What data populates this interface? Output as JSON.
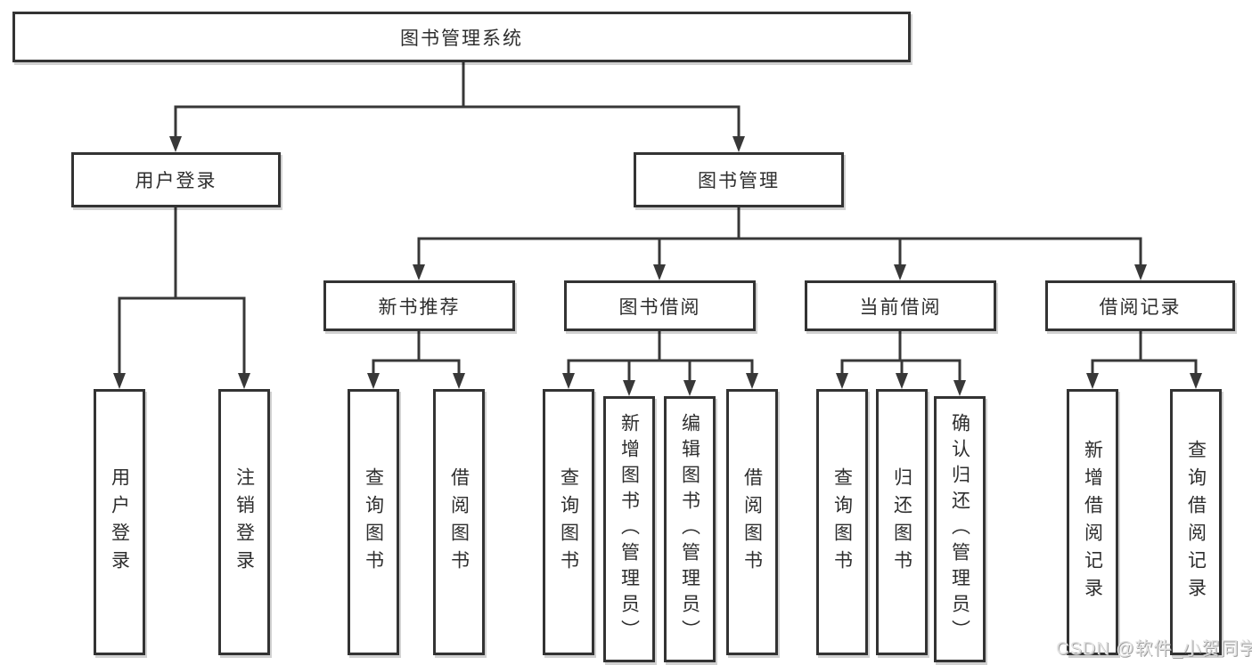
{
  "diagram": {
    "type": "org-tree",
    "root": {
      "label": "图书管理系统"
    },
    "children": [
      {
        "label": "用户登录",
        "children": [
          {
            "label": "用户登录"
          },
          {
            "label": "注销登录"
          }
        ]
      },
      {
        "label": "图书管理",
        "children": [
          {
            "label": "新书推荐",
            "children": [
              {
                "label": "查询图书"
              },
              {
                "label": "借阅图书"
              }
            ]
          },
          {
            "label": "图书借阅",
            "children": [
              {
                "label": "查询图书"
              },
              {
                "label": "新增图书（管理员）"
              },
              {
                "label": "编辑图书（管理员）"
              },
              {
                "label": "借阅图书"
              }
            ]
          },
          {
            "label": "当前借阅",
            "children": [
              {
                "label": "查询图书"
              },
              {
                "label": "归还图书"
              },
              {
                "label": "确认归还（管理员）"
              }
            ]
          },
          {
            "label": "借阅记录",
            "children": [
              {
                "label": "新增借阅记录"
              },
              {
                "label": "查询借阅记录"
              }
            ]
          }
        ]
      }
    ]
  },
  "watermark": {
    "text": "CSDN @软件_小贺同学"
  },
  "colors": {
    "background": "#ffffff",
    "line": "#383838",
    "box_border": "#333333",
    "text": "#2e2e2e",
    "watermark_text": "#e3e3e3"
  }
}
